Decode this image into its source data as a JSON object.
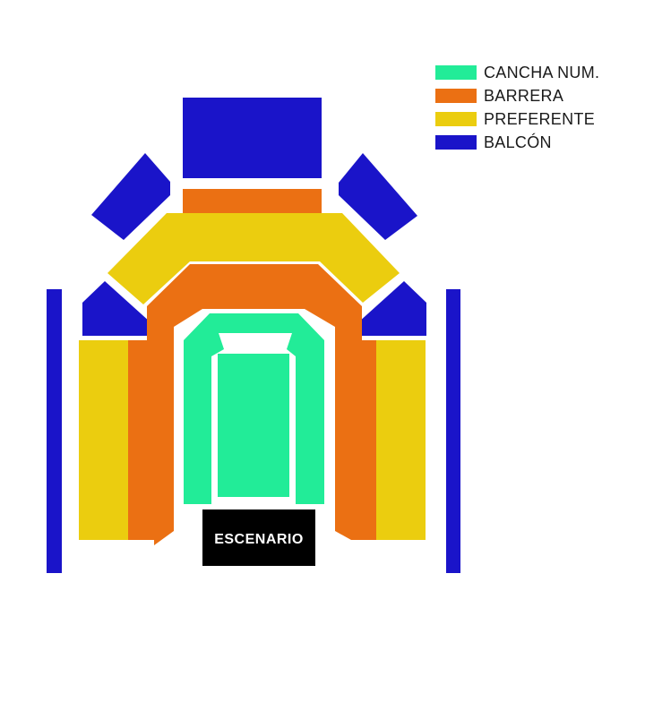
{
  "colors": {
    "cancha": "#22ec98",
    "barrera": "#eb7013",
    "preferente": "#ebcd0f",
    "balcon": "#1a14c9",
    "escenario": "#000000",
    "background": "#ffffff"
  },
  "legend": [
    {
      "label": "CANCHA NUM.",
      "color_key": "cancha"
    },
    {
      "label": "BARRERA",
      "color_key": "barrera"
    },
    {
      "label": "PREFERENTE",
      "color_key": "preferente"
    },
    {
      "label": "BALCÓN",
      "color_key": "balcon"
    }
  ],
  "stage": {
    "label": "ESCENARIO"
  }
}
